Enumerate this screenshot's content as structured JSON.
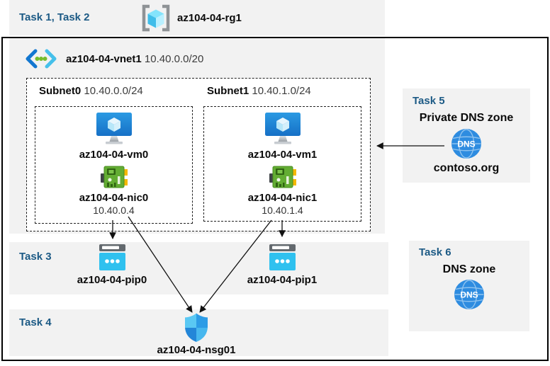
{
  "colors": {
    "band_gray": "#f2f2f2",
    "task_label_blue": "#1c5a85",
    "border_black": "#000000",
    "arrow_black": "#111111",
    "dns_blue": "#2e8ce0",
    "pip_cyan": "#2fc1ef",
    "nic_green": "#63ad33",
    "vm_blue": "#1e7fd0",
    "shield_blue_light": "#5ac8f3",
    "shield_blue_dark": "#2386d8"
  },
  "header_band": {
    "task_label": "Task 1, Task 2",
    "rg_name": "az104-04-rg1"
  },
  "vnet": {
    "name": "az104-04-vnet1",
    "cidr": "10.40.0.0/20",
    "subnets": [
      {
        "name": "Subnet0",
        "cidr": "10.40.0.0/24",
        "vm": "az104-04-vm0",
        "nic": "az104-04-nic0",
        "ip": "10.40.0.4"
      },
      {
        "name": "Subnet1",
        "cidr": "10.40.1.0/24",
        "vm": "az104-04-vm1",
        "nic": "az104-04-nic1",
        "ip": "10.40.1.4"
      }
    ]
  },
  "task3": {
    "label": "Task 3",
    "pip0": "az104-04-pip0",
    "pip1": "az104-04-pip1"
  },
  "task4": {
    "label": "Task 4",
    "nsg": "az104-04-nsg01"
  },
  "task5": {
    "label": "Task 5",
    "title": "Private DNS zone",
    "zone": "contoso.org",
    "dns_text": "DNS"
  },
  "task6": {
    "label": "Task 6",
    "title": "DNS zone",
    "dns_text": "DNS"
  }
}
